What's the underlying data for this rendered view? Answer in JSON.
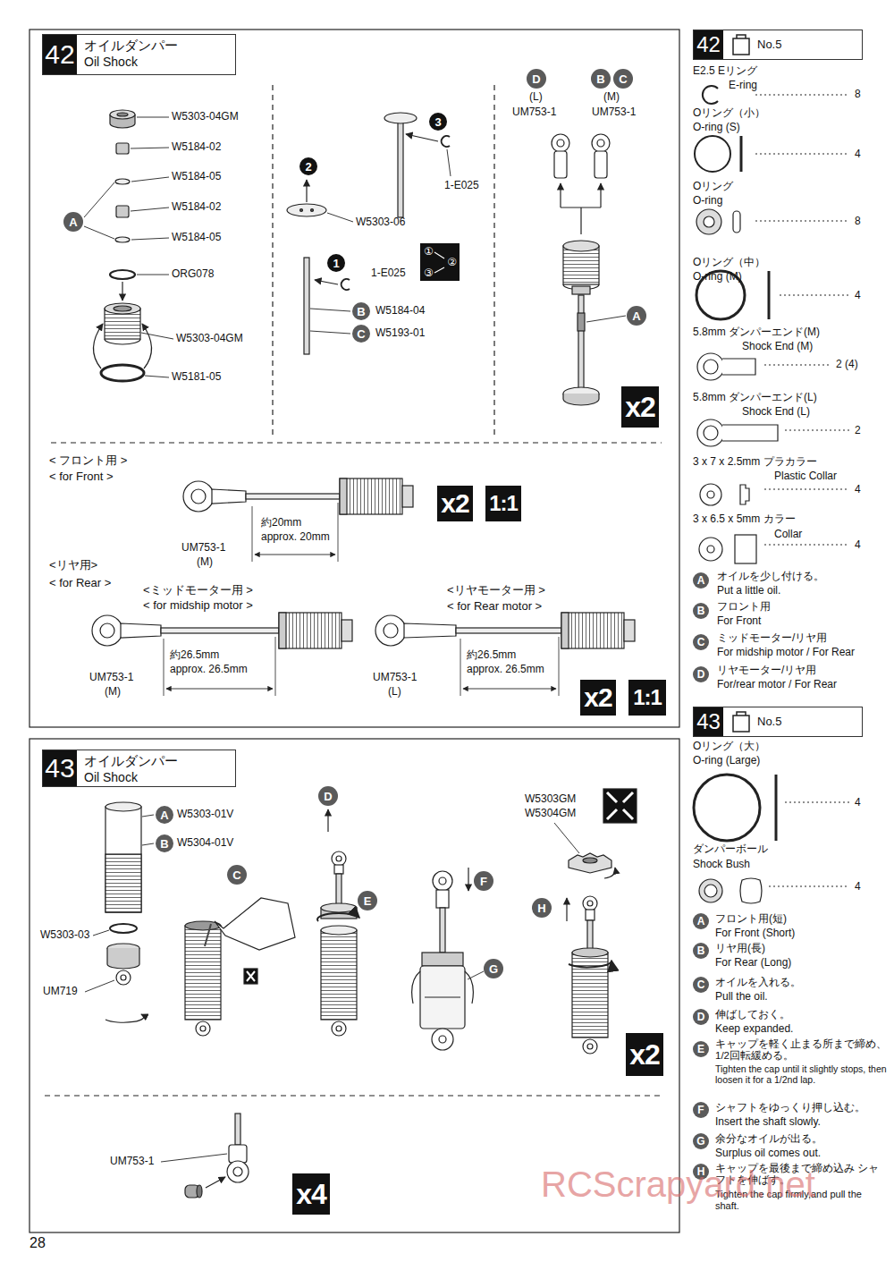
{
  "diagram": {
    "nodes": [
      {
        "text": [
          "42",
          "オイルダンパー",
          "Oil Shock"
        ]
      },
      {
        "text": [
          "A"
        ]
      },
      {
        "text": [
          "1"
        ]
      },
      {
        "text": [
          "2"
        ]
      },
      {
        "text": [
          "3"
        ]
      },
      {
        "text": [
          "①",
          "②",
          "③"
        ]
      },
      {
        "text": [
          "B"
        ]
      },
      {
        "text": [
          "C"
        ]
      },
      {
        "text": [
          "D"
        ]
      },
      {
        "text": [
          "B"
        ]
      },
      {
        "text": [
          "C"
        ]
      },
      {
        "text": [
          "A"
        ]
      },
      {
        "text": [
          "x2"
        ]
      },
      {
        "text": [
          "x2"
        ]
      },
      {
        "text": [
          "1:1"
        ]
      },
      {
        "text": [
          "x2"
        ]
      },
      {
        "text": [
          "1:1"
        ]
      },
      {
        "text": [
          "42",
          "No.5"
        ]
      },
      {
        "text": [
          "A"
        ]
      },
      {
        "text": [
          "B"
        ]
      },
      {
        "text": [
          "C"
        ]
      },
      {
        "text": [
          "D"
        ]
      },
      {
        "text": [
          "43",
          "オイルダンパー",
          "Oil Shock"
        ]
      },
      {
        "text": [
          "A"
        ]
      },
      {
        "text": [
          "B"
        ]
      },
      {
        "text": [
          "C"
        ]
      },
      {
        "text": [
          "D"
        ]
      },
      {
        "text": [
          "E"
        ]
      },
      {
        "text": [
          "F"
        ]
      },
      {
        "text": [
          "G"
        ]
      },
      {
        "text": [
          "H"
        ]
      },
      {
        "text": [
          "x2"
        ]
      },
      {
        "text": [
          "x4"
        ]
      },
      {
        "text": [
          "43",
          "No.5"
        ]
      },
      {
        "text": [
          "A"
        ]
      },
      {
        "text": [
          "B"
        ]
      },
      {
        "text": [
          "C"
        ]
      },
      {
        "text": [
          "D"
        ]
      },
      {
        "text": [
          "E"
        ]
      },
      {
        "text": [
          "F"
        ]
      },
      {
        "text": [
          "G"
        ]
      },
      {
        "text": [
          "H"
        ]
      }
    ],
    "labels": [
      "W5303-04GM",
      "W5184-02",
      "W5184-05",
      "W5184-02",
      "W5184-05",
      "ORG078",
      "W5303-04GM",
      "W5181-05",
      "W5303-06",
      "1-E025",
      "W5184-04",
      "W5193-01",
      "1-E025",
      "(L)",
      "UM753-1",
      "(M)",
      "UM753-1",
      "< フロント用 >",
      "< for Front >",
      "約20mm",
      "approx. 20mm",
      "UM753-1",
      "(M)",
      "<リヤ用>",
      "< for Rear >",
      "<ミッドモーター用 >",
      "< for midship motor >",
      "<リヤモーター用 >",
      "< for Rear motor >",
      "約26.5mm",
      "approx. 26.5mm",
      "UM753-1",
      "(M)",
      "約26.5mm",
      "approx. 26.5mm",
      "UM753-1",
      "(L)",
      "E2.5  Eリング",
      "E-ring",
      "8",
      "Oリング（小）",
      "O-ring (S)",
      "4",
      "Oリング",
      "O-ring",
      "8",
      "Oリング（中）",
      "O-ring (M)",
      "4",
      "5.8mm ダンパーエンド(M)",
      "Shock End (M)",
      "2 (4)",
      "5.8mm ダンパーエンド(L)",
      "Shock End (L)",
      "2",
      "3 x 7 x 2.5mm プラカラー",
      "Plastic Collar",
      "4",
      "3 x 6.5 x 5mm カラー",
      "Collar",
      "4",
      "オイルを少し付ける。",
      "Put a little oil.",
      "フロント用",
      "For Front",
      "ミッドモーター/リヤ用",
      "For midship motor / For Rear",
      "リヤモーター/リヤ用",
      "For/rear motor / For Rear",
      "W5303-01V",
      "W5304-01V",
      "W5303-03",
      "UM719",
      "W5303GM",
      "W5304GM",
      "UM753-1",
      "Oリング（大）",
      "O-ring (Large)",
      "4",
      "ダンパーボール",
      "Shock Bush",
      "4",
      "フロント用(短)",
      "For Front (Short)",
      "リヤ用(長)",
      "For Rear (Long)",
      "オイルを入れる。",
      "Pull the oil.",
      "伸ばしておく。",
      "Keep expanded.",
      "キャップを軽く止まる所まで締め、 1/2回転緩める。",
      "Tighten the cap until it slightly stops, then loosen it for a 1/2nd lap.",
      "シャフトをゆっくり押し込む。",
      "Insert the shaft slowly.",
      "余分なオイルが出る。",
      "Surplus oil comes out.",
      "キャップを最後まで締め込み シャフトを伸ばす。",
      "Tighten the cap firmly,and pull the shaft.",
      "28",
      "RCScrapyard.net"
    ]
  }
}
